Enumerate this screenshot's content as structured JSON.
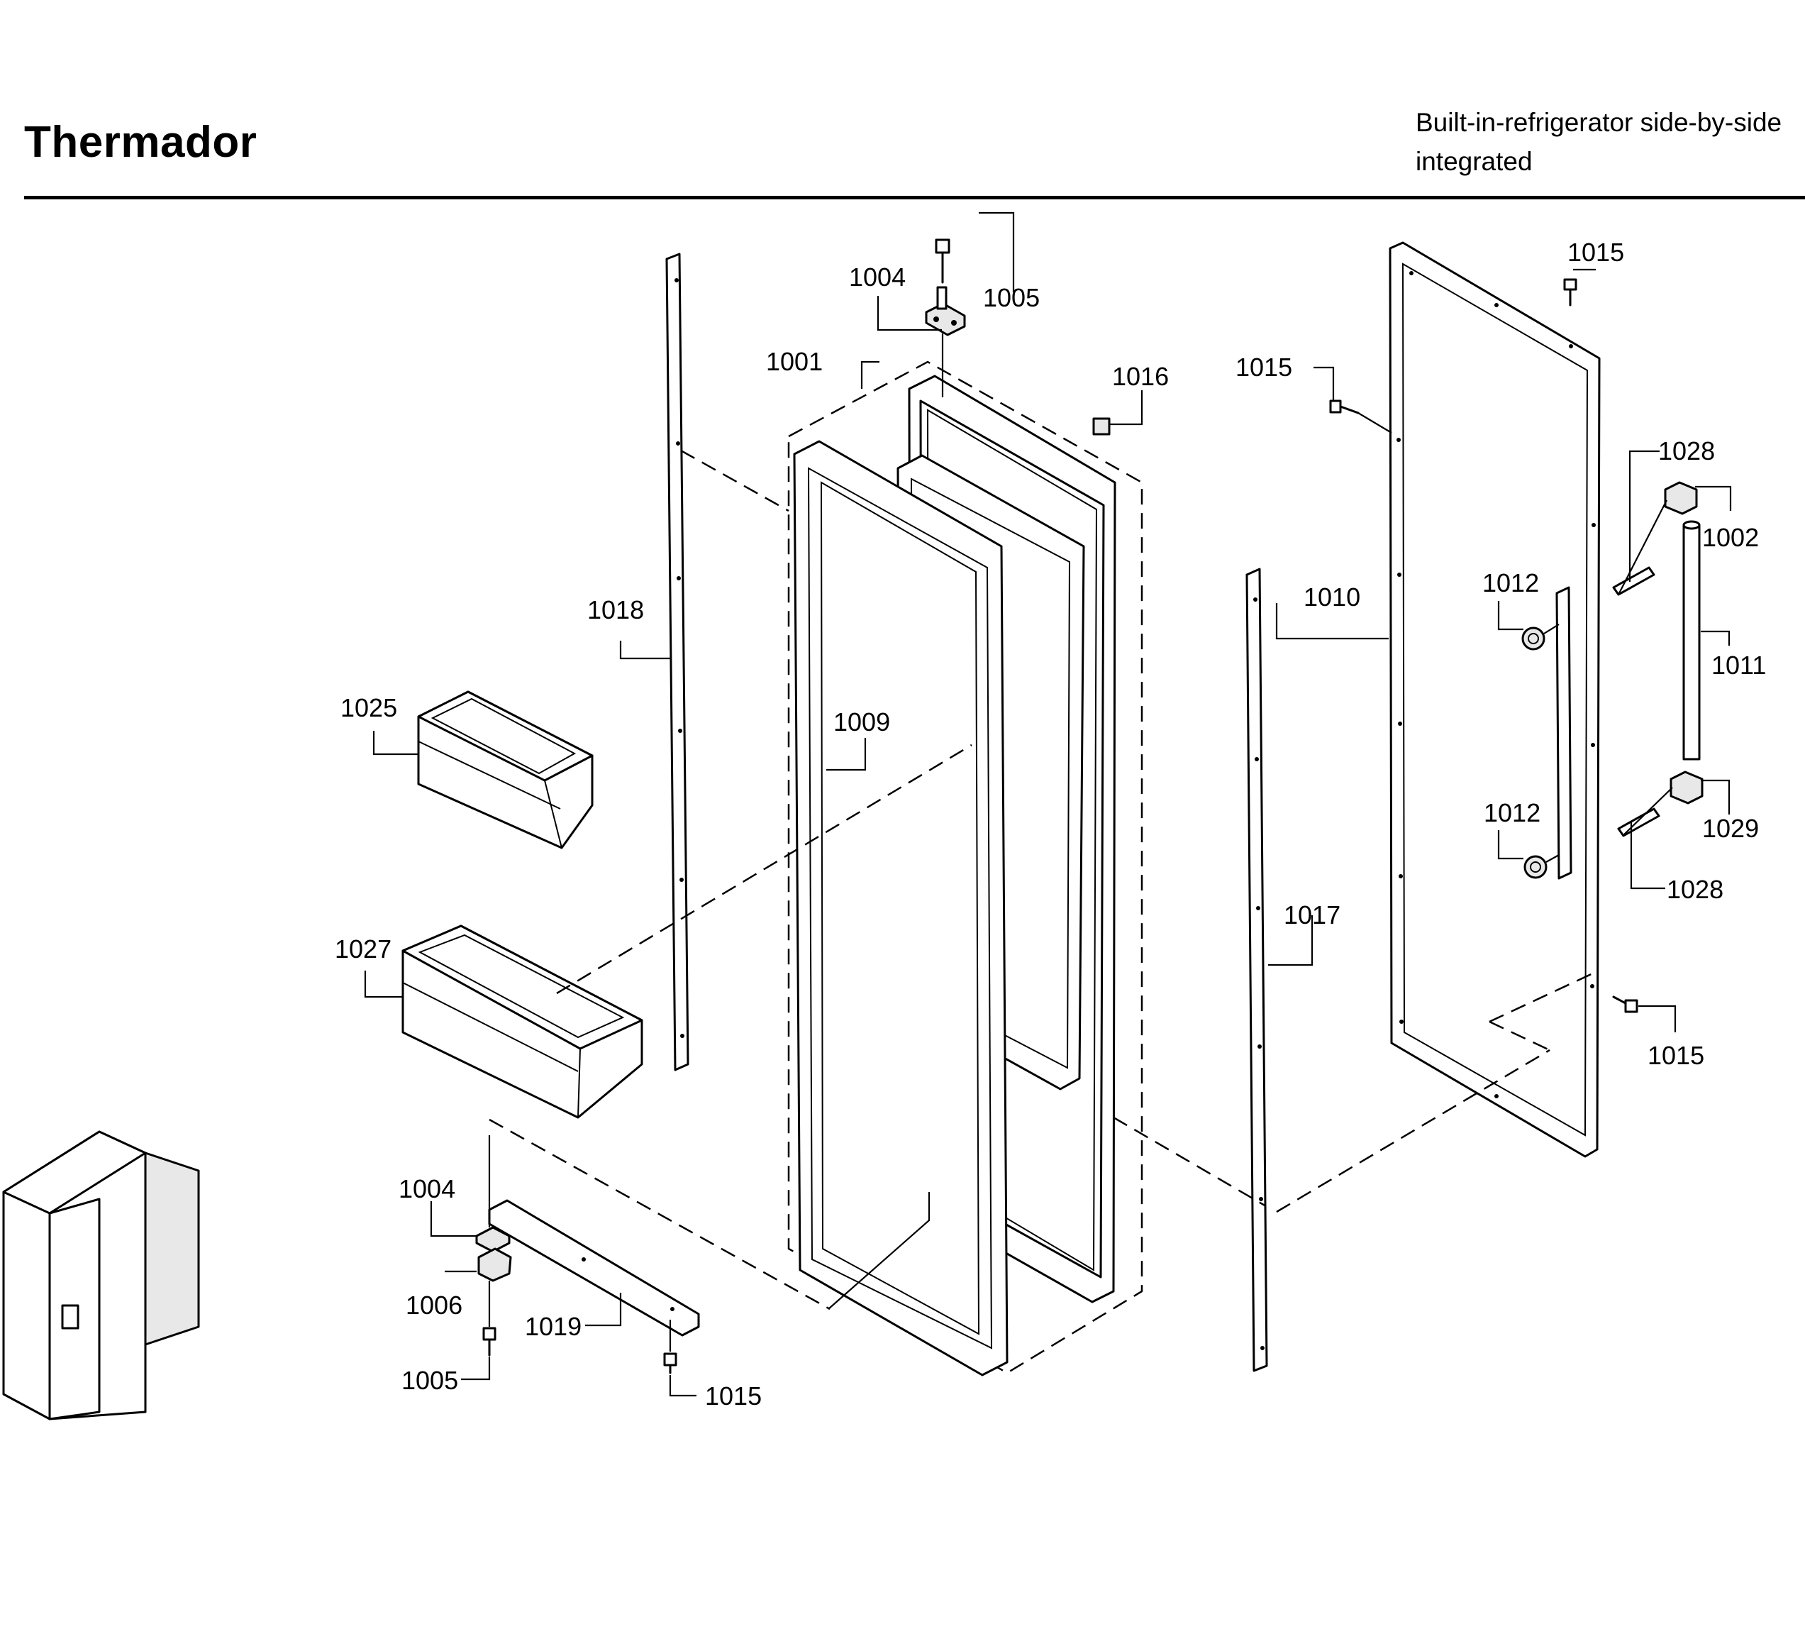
{
  "header": {
    "brand": "Thermador",
    "subtitle_line1": "Built-in-refrigerator side-by-side",
    "subtitle_line2": "integrated"
  },
  "labels": {
    "p1001": "1001",
    "p1002": "1002",
    "p1004_top": "1004",
    "p1004_bottom": "1004",
    "p1005_top": "1005",
    "p1005_bottom": "1005",
    "p1006": "1006",
    "p1009": "1009",
    "p1010": "1010",
    "p1011": "1011",
    "p1012_upper": "1012",
    "p1012_lower": "1012",
    "p1015_top_right": "1015",
    "p1015_left_of_panel": "1015",
    "p1015_lower_right": "1015",
    "p1015_bottom": "1015",
    "p1016": "1016",
    "p1017": "1017",
    "p1018": "1018",
    "p1019": "1019",
    "p1025": "1025",
    "p1027": "1027",
    "p1028_upper": "1028",
    "p1028_lower": "1028",
    "p1029": "1029"
  }
}
